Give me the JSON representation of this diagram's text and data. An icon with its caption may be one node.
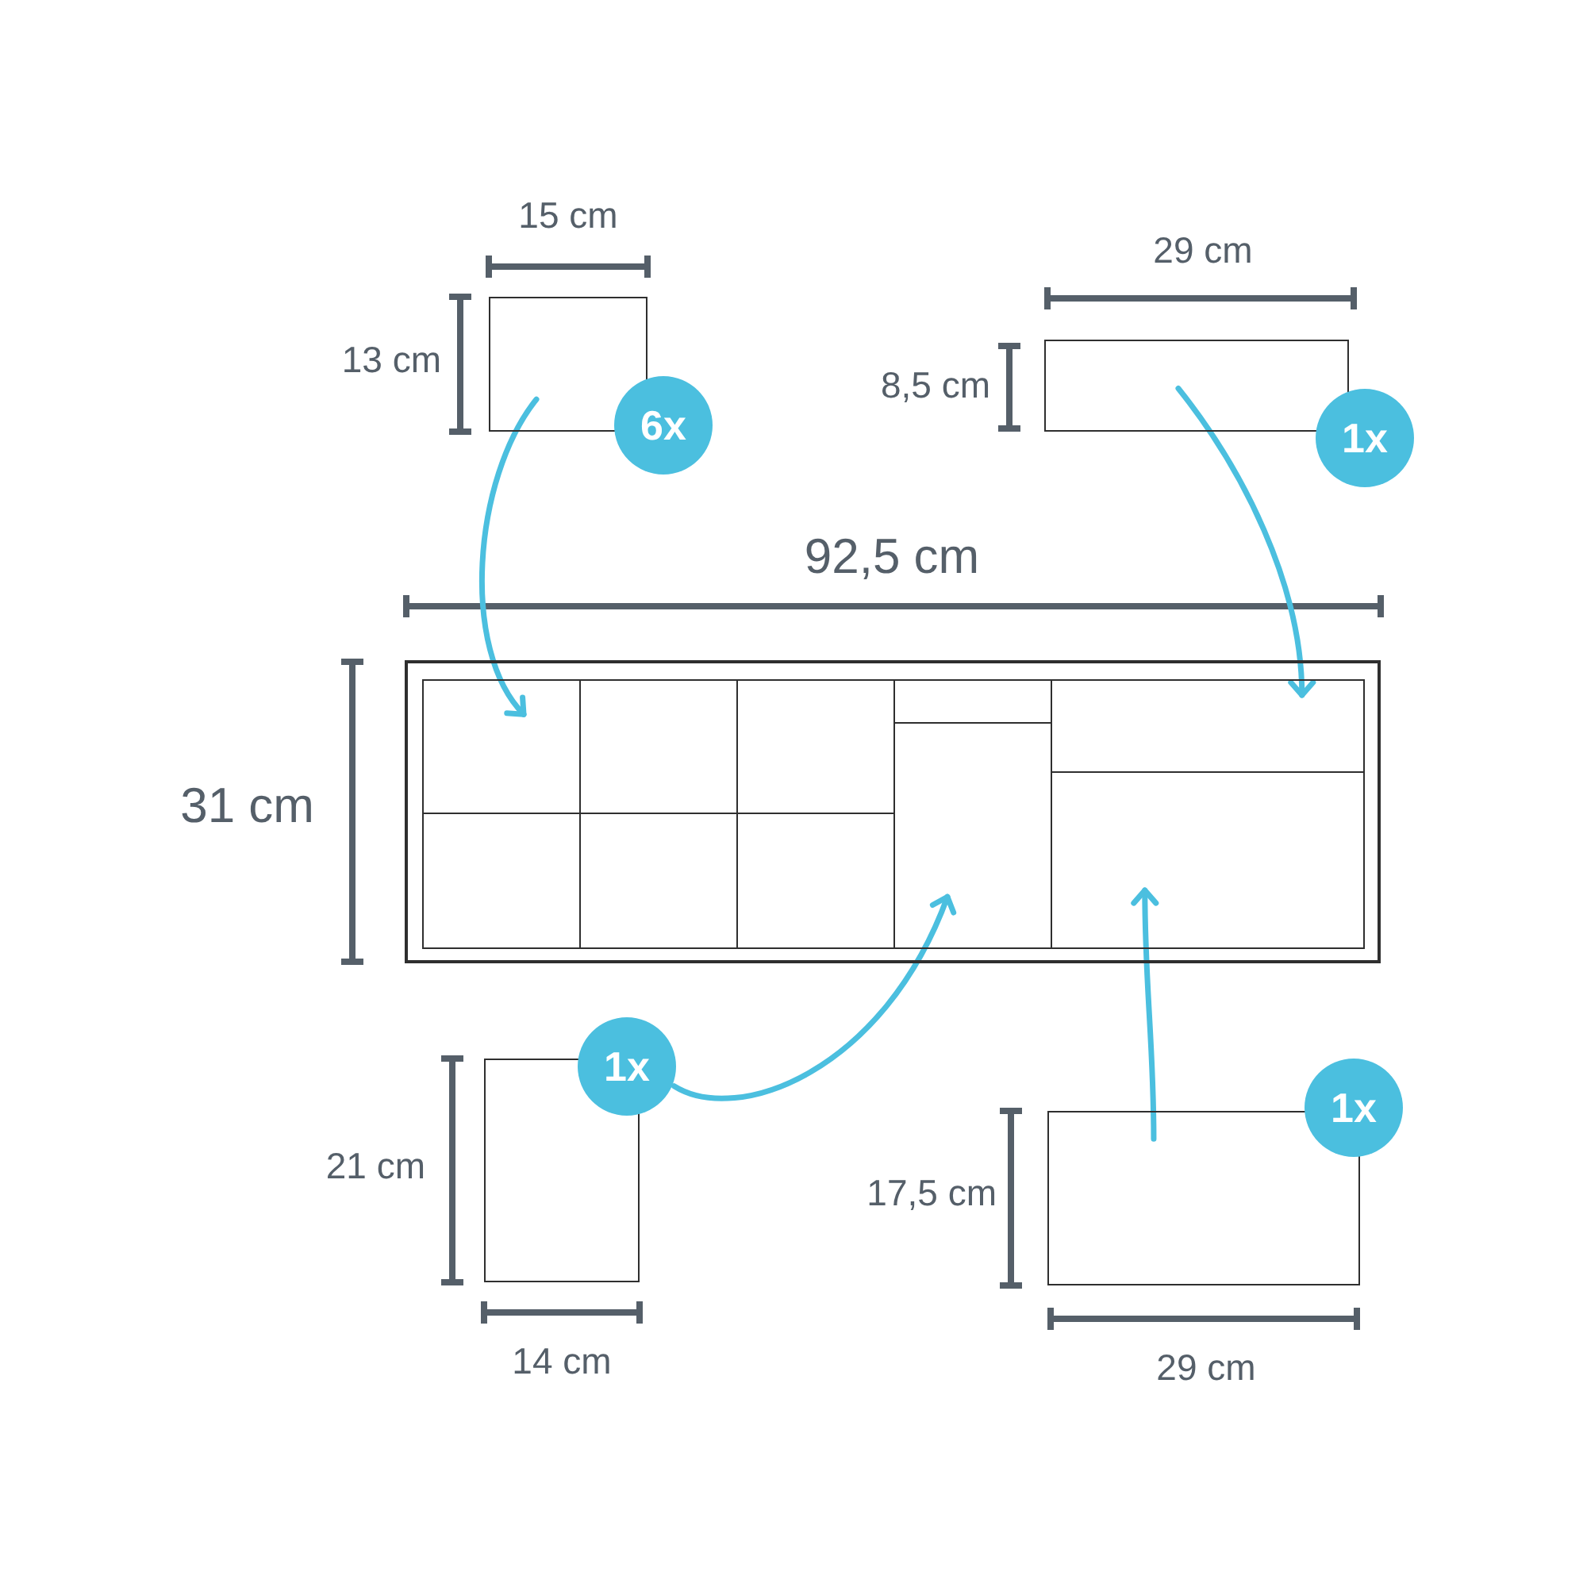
{
  "diagram": {
    "nodes": [
      {
        "text": [],
        "shape": "box"
      },
      {
        "text": [
          "6x"
        ]
      },
      {
        "text": [],
        "shape": "box"
      },
      {
        "text": [
          "1x"
        ]
      },
      {
        "text": [],
        "shape": "box"
      },
      {
        "text": [],
        "shape": "box",
        "in": 4
      },
      {
        "text": [],
        "shape": "box",
        "in": 4
      },
      {
        "text": [],
        "shape": "box",
        "in": 4
      },
      {
        "text": [],
        "shape": "box",
        "in": 4
      },
      {
        "text": [],
        "shape": "box",
        "in": 4
      },
      {
        "text": [],
        "shape": "box",
        "in": 4
      },
      {
        "text": [],
        "shape": "box",
        "in": 4
      },
      {
        "text": [],
        "shape": "box",
        "in": 4
      },
      {
        "text": [],
        "shape": "box",
        "in": 4
      },
      {
        "text": [],
        "shape": "box",
        "in": 4
      },
      {
        "text": [],
        "shape": "box"
      },
      {
        "text": [
          "1x"
        ]
      },
      {
        "text": [],
        "shape": "box"
      },
      {
        "text": [
          "1x"
        ]
      }
    ],
    "edges": [
      {
        "from": 0,
        "to": 5,
        "arrow": "to"
      },
      {
        "from": 2,
        "to": 13,
        "arrow": "to"
      },
      {
        "from": 16,
        "to": 12,
        "arrow": "to"
      },
      {
        "from": 17,
        "to": 14,
        "arrow": "to"
      }
    ],
    "labels": [
      "15 cm",
      "13 cm",
      "29 cm",
      "8,5 cm",
      "92,5 cm",
      "31 cm",
      "21 cm",
      "14 cm",
      "17,5 cm",
      "29 cm"
    ]
  }
}
